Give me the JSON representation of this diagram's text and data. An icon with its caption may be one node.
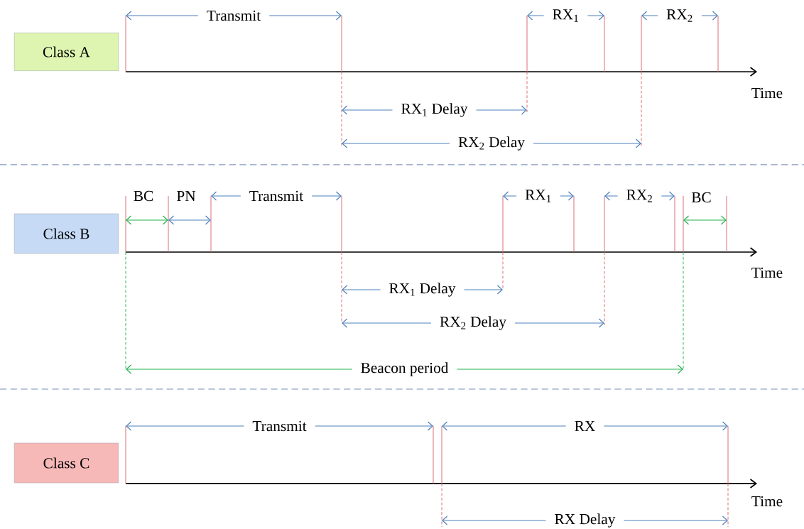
{
  "diagram": {
    "nodes": [
      {
        "text": [
          "Class A"
        ]
      },
      {
        "text": [
          "Class B"
        ]
      },
      {
        "text": [
          "Class C"
        ]
      }
    ],
    "labels": [
      "Transmit",
      "RX$_{1}$",
      "RX$_{2}$",
      "Time",
      "RX$_{1}$ Delay",
      "RX$_{2}$ Delay",
      "BC",
      "PN",
      "Transmit",
      "RX$_{1}$",
      "RX$_{2}$",
      "BC",
      "Time",
      "RX$_{1}$ Delay",
      "RX$_{2}$ Delay",
      "Beacon period",
      "Transmit",
      "RX",
      "Time",
      "RX Delay"
    ]
  }
}
